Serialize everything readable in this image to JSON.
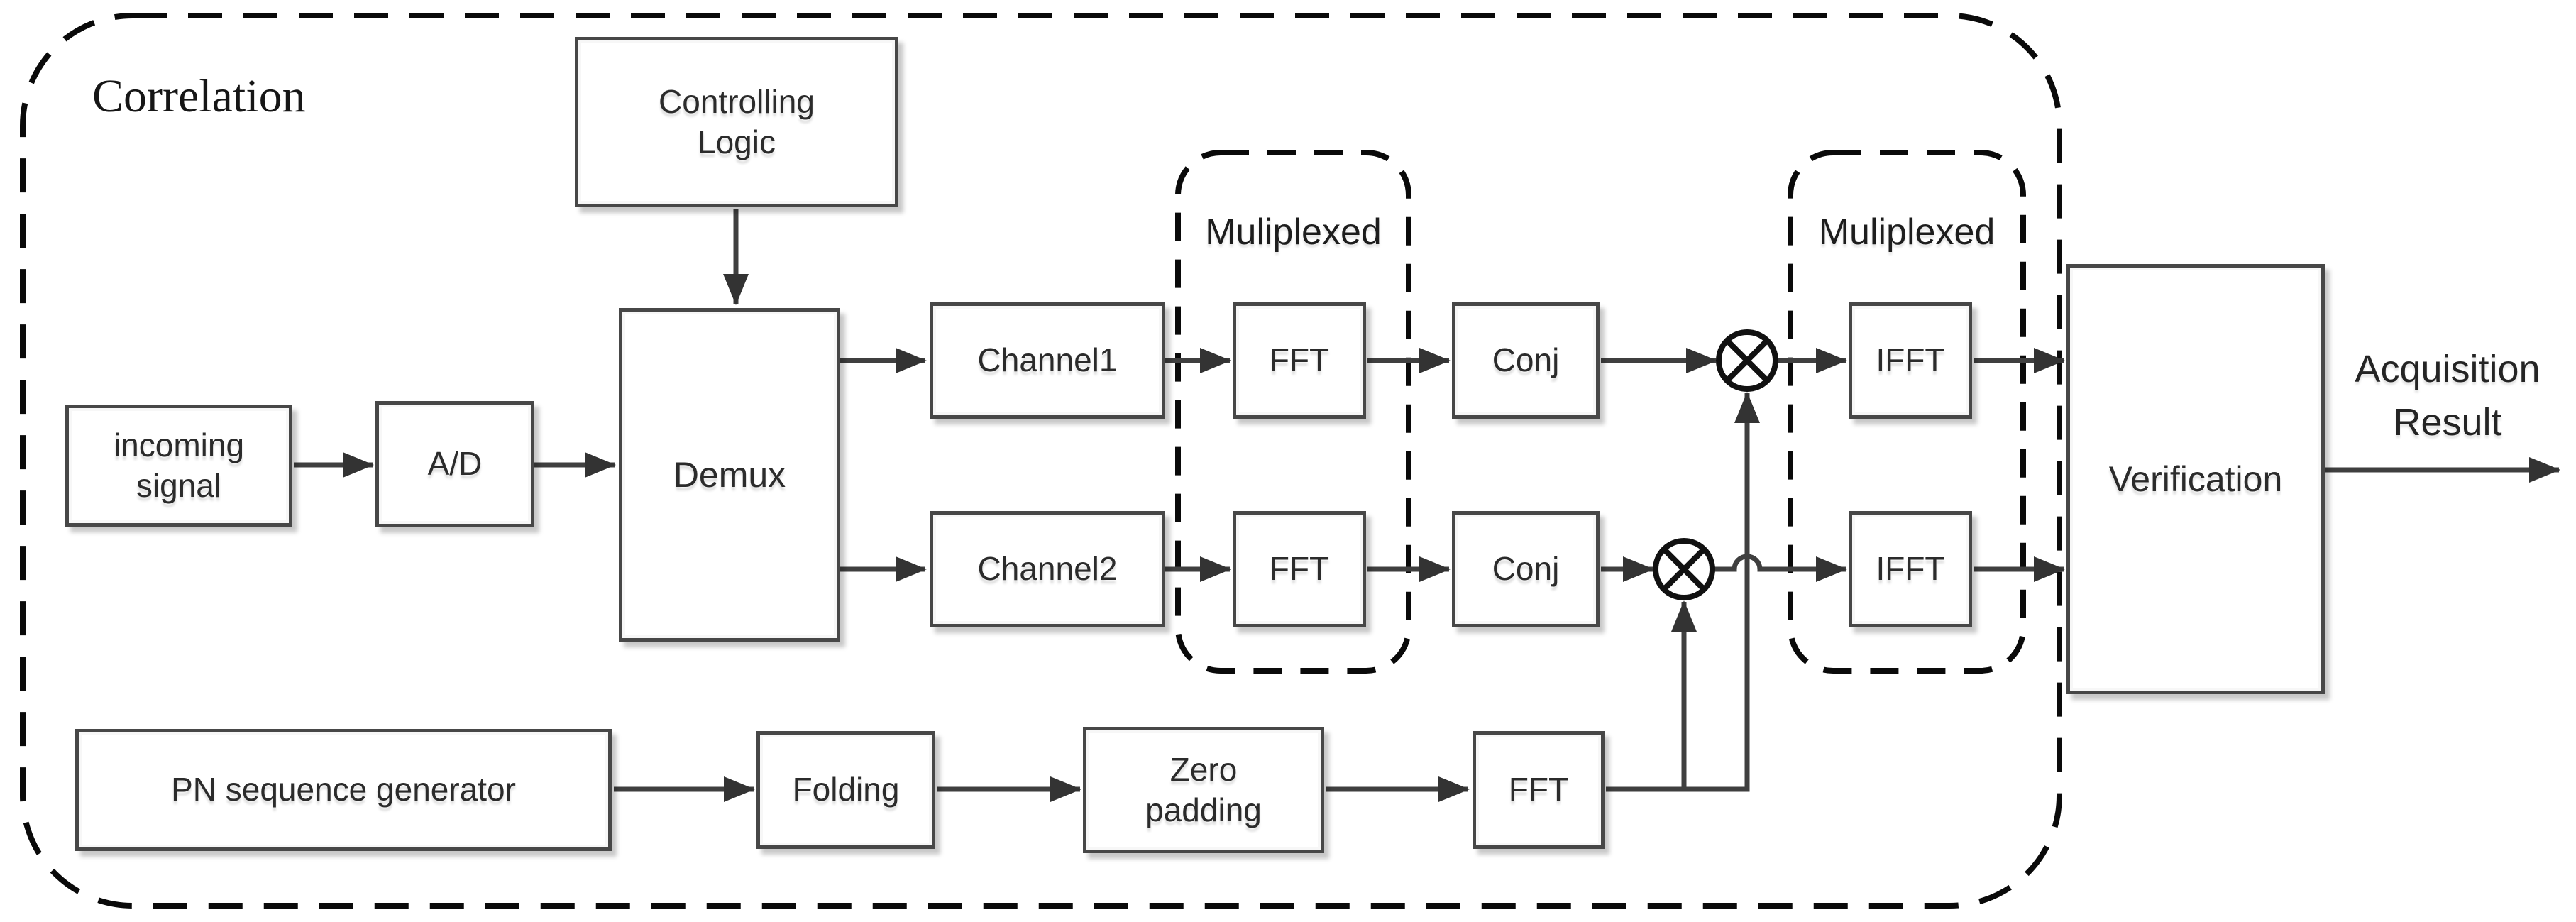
{
  "diagram": {
    "outer_group_label": "Correlation",
    "blocks": {
      "controlling_logic": "Controlling\nLogic",
      "incoming_signal": "incoming\nsignal",
      "ad_converter": "A/D",
      "demux": "Demux",
      "channel1": "Channel1",
      "channel2": "Channel2",
      "fft_channel1": "FFT",
      "fft_channel2": "FFT",
      "conj_channel1": "Conj",
      "conj_channel2": "Conj",
      "ifft_channel1": "IFFT",
      "ifft_channel2": "IFFT",
      "verification": "Verification",
      "pn_sequence_generator": "PN sequence generator",
      "folding": "Folding",
      "zero_padding": "Zero\npadding",
      "fft_pn": "FFT"
    },
    "dashed_groups": {
      "multiplexed_fft": "Muliplexed",
      "multiplexed_ifft": "Muliplexed"
    },
    "output_label": "Acquisition\nResult",
    "multiplier_symbol": "⊗",
    "colors": {
      "line": "#3f3f3f",
      "dashed_border": "#0a0a0a",
      "box_border": "#474747",
      "text": "#2b2b2b",
      "background": "#ffffff"
    }
  }
}
